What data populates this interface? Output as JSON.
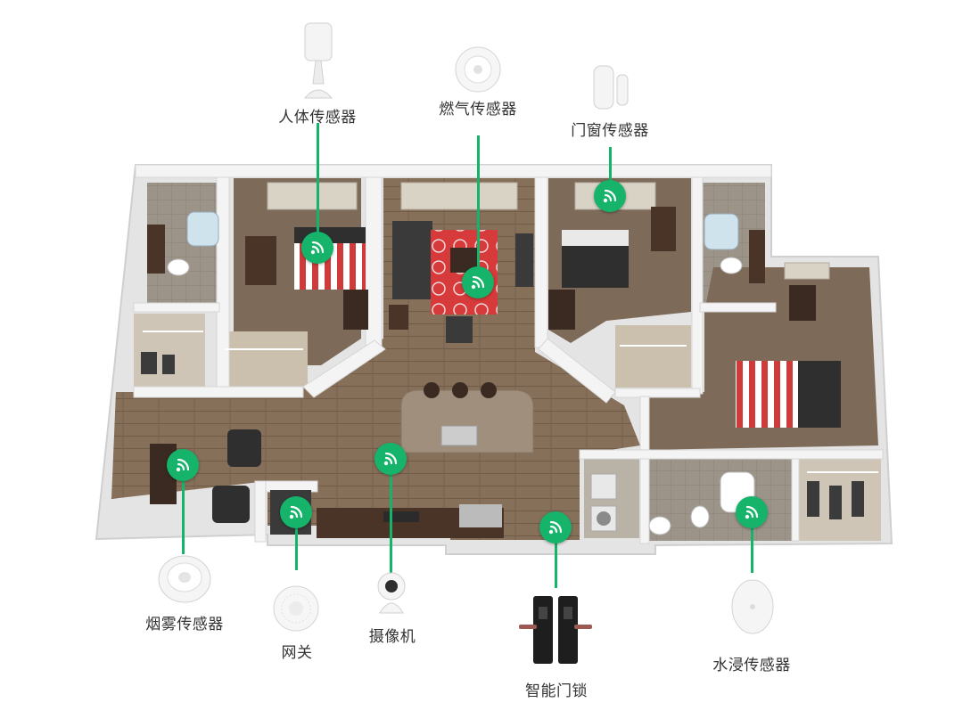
{
  "colors": {
    "accent": "#16b36b",
    "wall": "#f2f2f2",
    "floor": "#8a7560",
    "text": "#333333"
  },
  "sensors": [
    {
      "id": "human",
      "label": "人体传感器",
      "icon": "motion-sensor-icon"
    },
    {
      "id": "gas",
      "label": "燃气传感器",
      "icon": "gas-sensor-icon"
    },
    {
      "id": "door",
      "label": "门窗传感器",
      "icon": "door-window-sensor-icon"
    },
    {
      "id": "smoke",
      "label": "烟雾传感器",
      "icon": "smoke-sensor-icon"
    },
    {
      "id": "gateway",
      "label": "网关",
      "icon": "gateway-icon"
    },
    {
      "id": "camera",
      "label": "摄像机",
      "icon": "camera-icon"
    },
    {
      "id": "lock",
      "label": "智能门锁",
      "icon": "smart-lock-icon"
    },
    {
      "id": "water",
      "label": "水浸传感器",
      "icon": "water-sensor-icon"
    }
  ],
  "signal_icon": "wifi-signal-icon"
}
